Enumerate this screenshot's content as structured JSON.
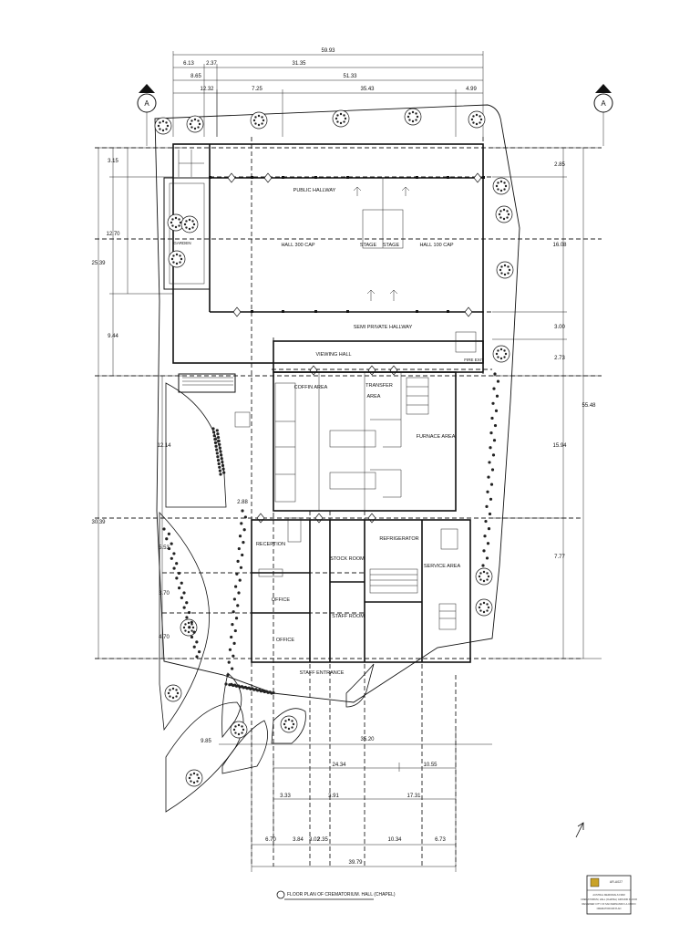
{
  "drawing": {
    "caption": "FLOOR PLAN OF CREMATORIUM. HALL (CHAPEL)",
    "section_marker": "A",
    "title_block": {
      "sheet": "AR-A027",
      "lines": [
        "AUSTRAL MEMORIALS FIRM",
        "CREMATORIUM, HALL (CHAPEL) GROUND FLOOR",
        "REVIEWER CITY OF SAN FERNANDO LA UNION",
        "CREMATORIUM PLAN"
      ]
    }
  },
  "dimensions": {
    "top": [
      "59.93",
      "6.13",
      "2.37",
      "31.35",
      "8.65",
      "51.33",
      "12.32",
      "7.25",
      "35.43",
      "4.99"
    ],
    "left": [
      "3.15",
      "12.70",
      "25.39",
      "9.44",
      "12.14",
      "30.39",
      "5.53",
      "3.70",
      "4.70"
    ],
    "right": [
      "2.85",
      "16.08",
      "3.00",
      "2.73",
      "55.48",
      "15.94",
      "7.77"
    ],
    "bottom": [
      "9.85",
      "35.20",
      "24.34",
      "10.55",
      "3.33",
      "3.91",
      "17.31",
      "6.70",
      "3.84",
      "3.02",
      "2.35",
      "10.34",
      "6.73",
      "39.79"
    ],
    "other": [
      "2.88"
    ]
  },
  "rooms": {
    "public_hallway": "PUBLIC HALLWAY",
    "hall_300": "HALL 300 CAP",
    "stage_1": "STAGE",
    "stage_2": "STAGE",
    "hall_100": "HALL 100 CAP",
    "semi_private": "SEMI PRIVATE HALLWAY",
    "viewing_hall": "VIEWING HALL",
    "coffin_area": "COFFIN AREA",
    "transfer_1": "TRANSFER",
    "transfer_2": "AREA",
    "furnace_area": "FURNACE AREA",
    "reception": "RECEPTION",
    "stock_room": "STOCK ROOM",
    "refrigerator": "REFRIGERATOR",
    "service_area": "SERVICE AREA",
    "office_1": "OFFICE",
    "office_2": "OFFICE",
    "staff_room": "STAFF ROOM",
    "staff_entrance": "STAFF ENTRANCE",
    "garden": "GARDEN",
    "fire_exit": "FIRE EXIT"
  }
}
